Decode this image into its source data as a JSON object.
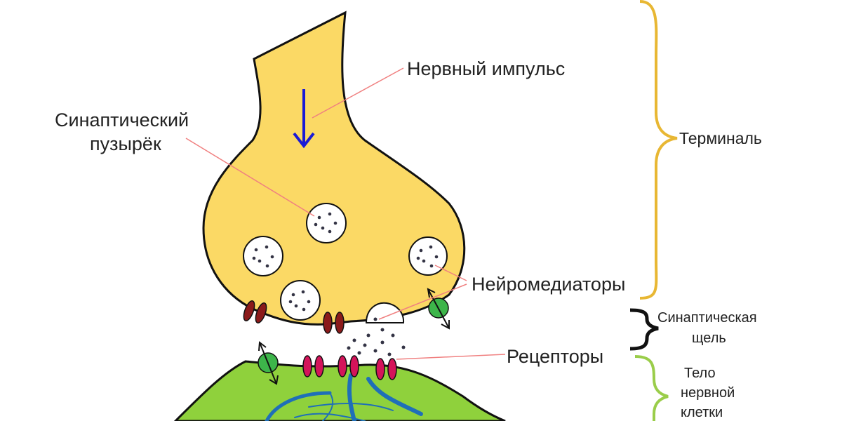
{
  "labels": {
    "nerve_impulse": "Нервный импульс",
    "synaptic_vesicle_line1": "Синаптический",
    "synaptic_vesicle_line2": "пузырёк",
    "neurotransmitters": "Нейромедиаторы",
    "receptors": "Рецепторы",
    "terminal": "Терминаль",
    "synaptic_cleft_line1": "Синаптическая",
    "synaptic_cleft_line2": "щель",
    "cell_body_line1": "Тело",
    "cell_body_line2": "нервной",
    "cell_body_line3": "клетки"
  },
  "colors": {
    "terminal_fill": "#FBD965",
    "cell_body_fill": "#8FD13C",
    "impulse_arrow": "#1a1ad6",
    "pointer_line": "#f08080",
    "terminal_brace": "#E8B733",
    "cleft_brace": "#111111",
    "cell_brace": "#9ACD4A",
    "channel": "#8B1A1A",
    "receptor": "#D4145A",
    "transporter": "#3DB54A",
    "dendrite": "#1f6fb8"
  }
}
